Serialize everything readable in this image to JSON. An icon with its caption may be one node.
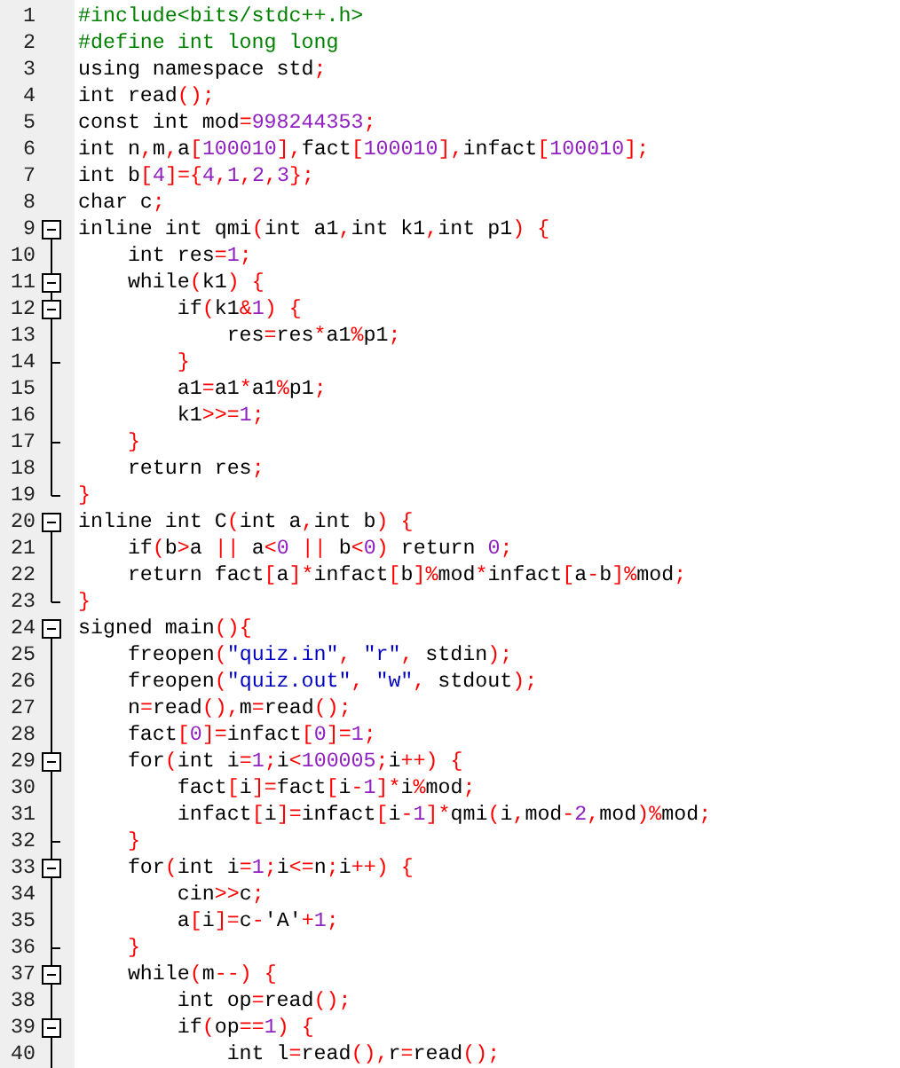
{
  "diagram": {
    "labels": [
      "1",
      "#include<bits/stdc++.h>",
      "2",
      "#define int long long",
      "3",
      "using namespace std;",
      "4",
      "int read();",
      "5",
      "const int mod=998244353;",
      "6",
      "int n,m,a[100010],fact[100010],infact[100010];",
      "7",
      "int b[4]={4,1,2,3};",
      "8",
      "char c;",
      "9",
      "inline int qmi(int a1,int k1,int p1) {",
      "10",
      "    int res=1;",
      "11",
      "    while(k1) {",
      "12",
      "        if(k1&1) {",
      "13",
      "            res=res*a1%p1;",
      "14",
      "        }",
      "15",
      "        a1=a1*a1%p1;",
      "16",
      "        k1>>=1;",
      "17",
      "    }",
      "18",
      "    return res;",
      "19",
      "}",
      "20",
      "inline int C(int a,int b) {",
      "21",
      "    if(b>a || a<0 || b<0) return 0;",
      "22",
      "    return fact[a]*infact[b]%mod*infact[a-b]%mod;",
      "23",
      "}",
      "24",
      "signed main(){",
      "25",
      "    freopen(\"quiz.in\", \"r\", stdin);",
      "26",
      "    freopen(\"quiz.out\", \"w\", stdout);",
      "27",
      "    n=read(),m=read();",
      "28",
      "    fact[0]=infact[0]=1;",
      "29",
      "    for(int i=1;i<100005;i++) {",
      "30",
      "        fact[i]=fact[i-1]*i%mod;",
      "31",
      "        infact[i]=infact[i-1]*qmi(i,mod-2,mod)%mod;",
      "32",
      "    }",
      "33",
      "    for(int i=1;i<=n;i++) {",
      "34",
      "        cin>>c;",
      "35",
      "        a[i]=c-'A'+1;",
      "36",
      "    }",
      "37",
      "    while(m--) {",
      "38",
      "        int op=read();",
      "39",
      "        if(op==1) {",
      "40",
      "            int l=read(),r=read();"
    ]
  }
}
